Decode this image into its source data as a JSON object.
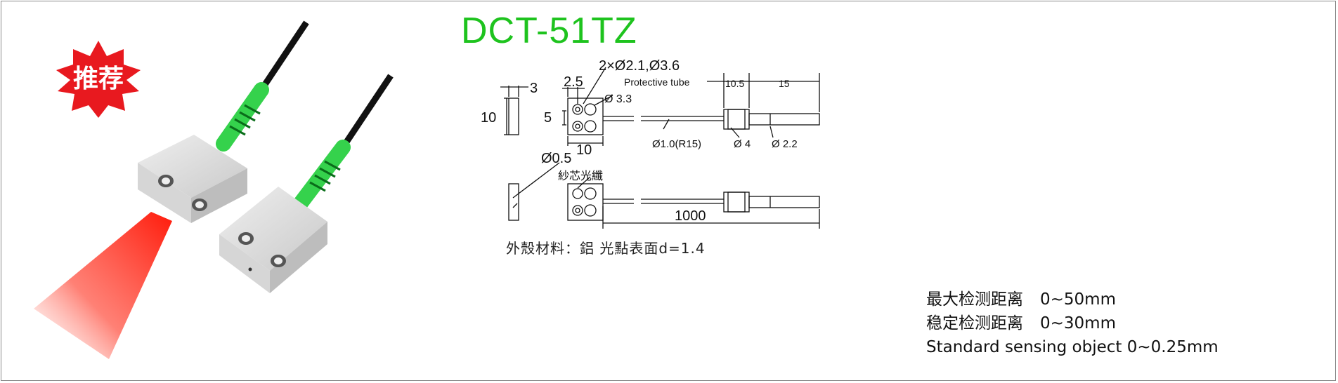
{
  "badge": {
    "text": "推荐"
  },
  "title": "DCT-51TZ",
  "dimensions": {
    "holes": "2×Ø2.1,Ø3.6",
    "pitch": "2.5",
    "thickness": "3",
    "height_left": "10",
    "height_inner": "5",
    "hole_dia": "3.3",
    "width": "10",
    "tube_label": "Protective tube",
    "tube_len": "10.5",
    "tip_len": "15",
    "fiber": "Ø1.0(R15)",
    "sleeve_dia": "4",
    "tip_dia": "2.2",
    "core": "Ø0.5",
    "core_label": "紗芯光纖",
    "length": "1000"
  },
  "material": "外殼材料：鋁 光點表面d=1.4",
  "specs": [
    {
      "label": "最大检测距离",
      "value": "0~50mm"
    },
    {
      "label": "稳定检测距离",
      "value": "0~30mm"
    },
    {
      "label": "Standard sensing object",
      "value": "0~0.25mm"
    }
  ],
  "colors": {
    "title": "#1ec31e",
    "badge": "#e8191f",
    "beam": "#ff2a1a",
    "sleeve": "#2fd04a",
    "body": "#dcdcdc"
  }
}
